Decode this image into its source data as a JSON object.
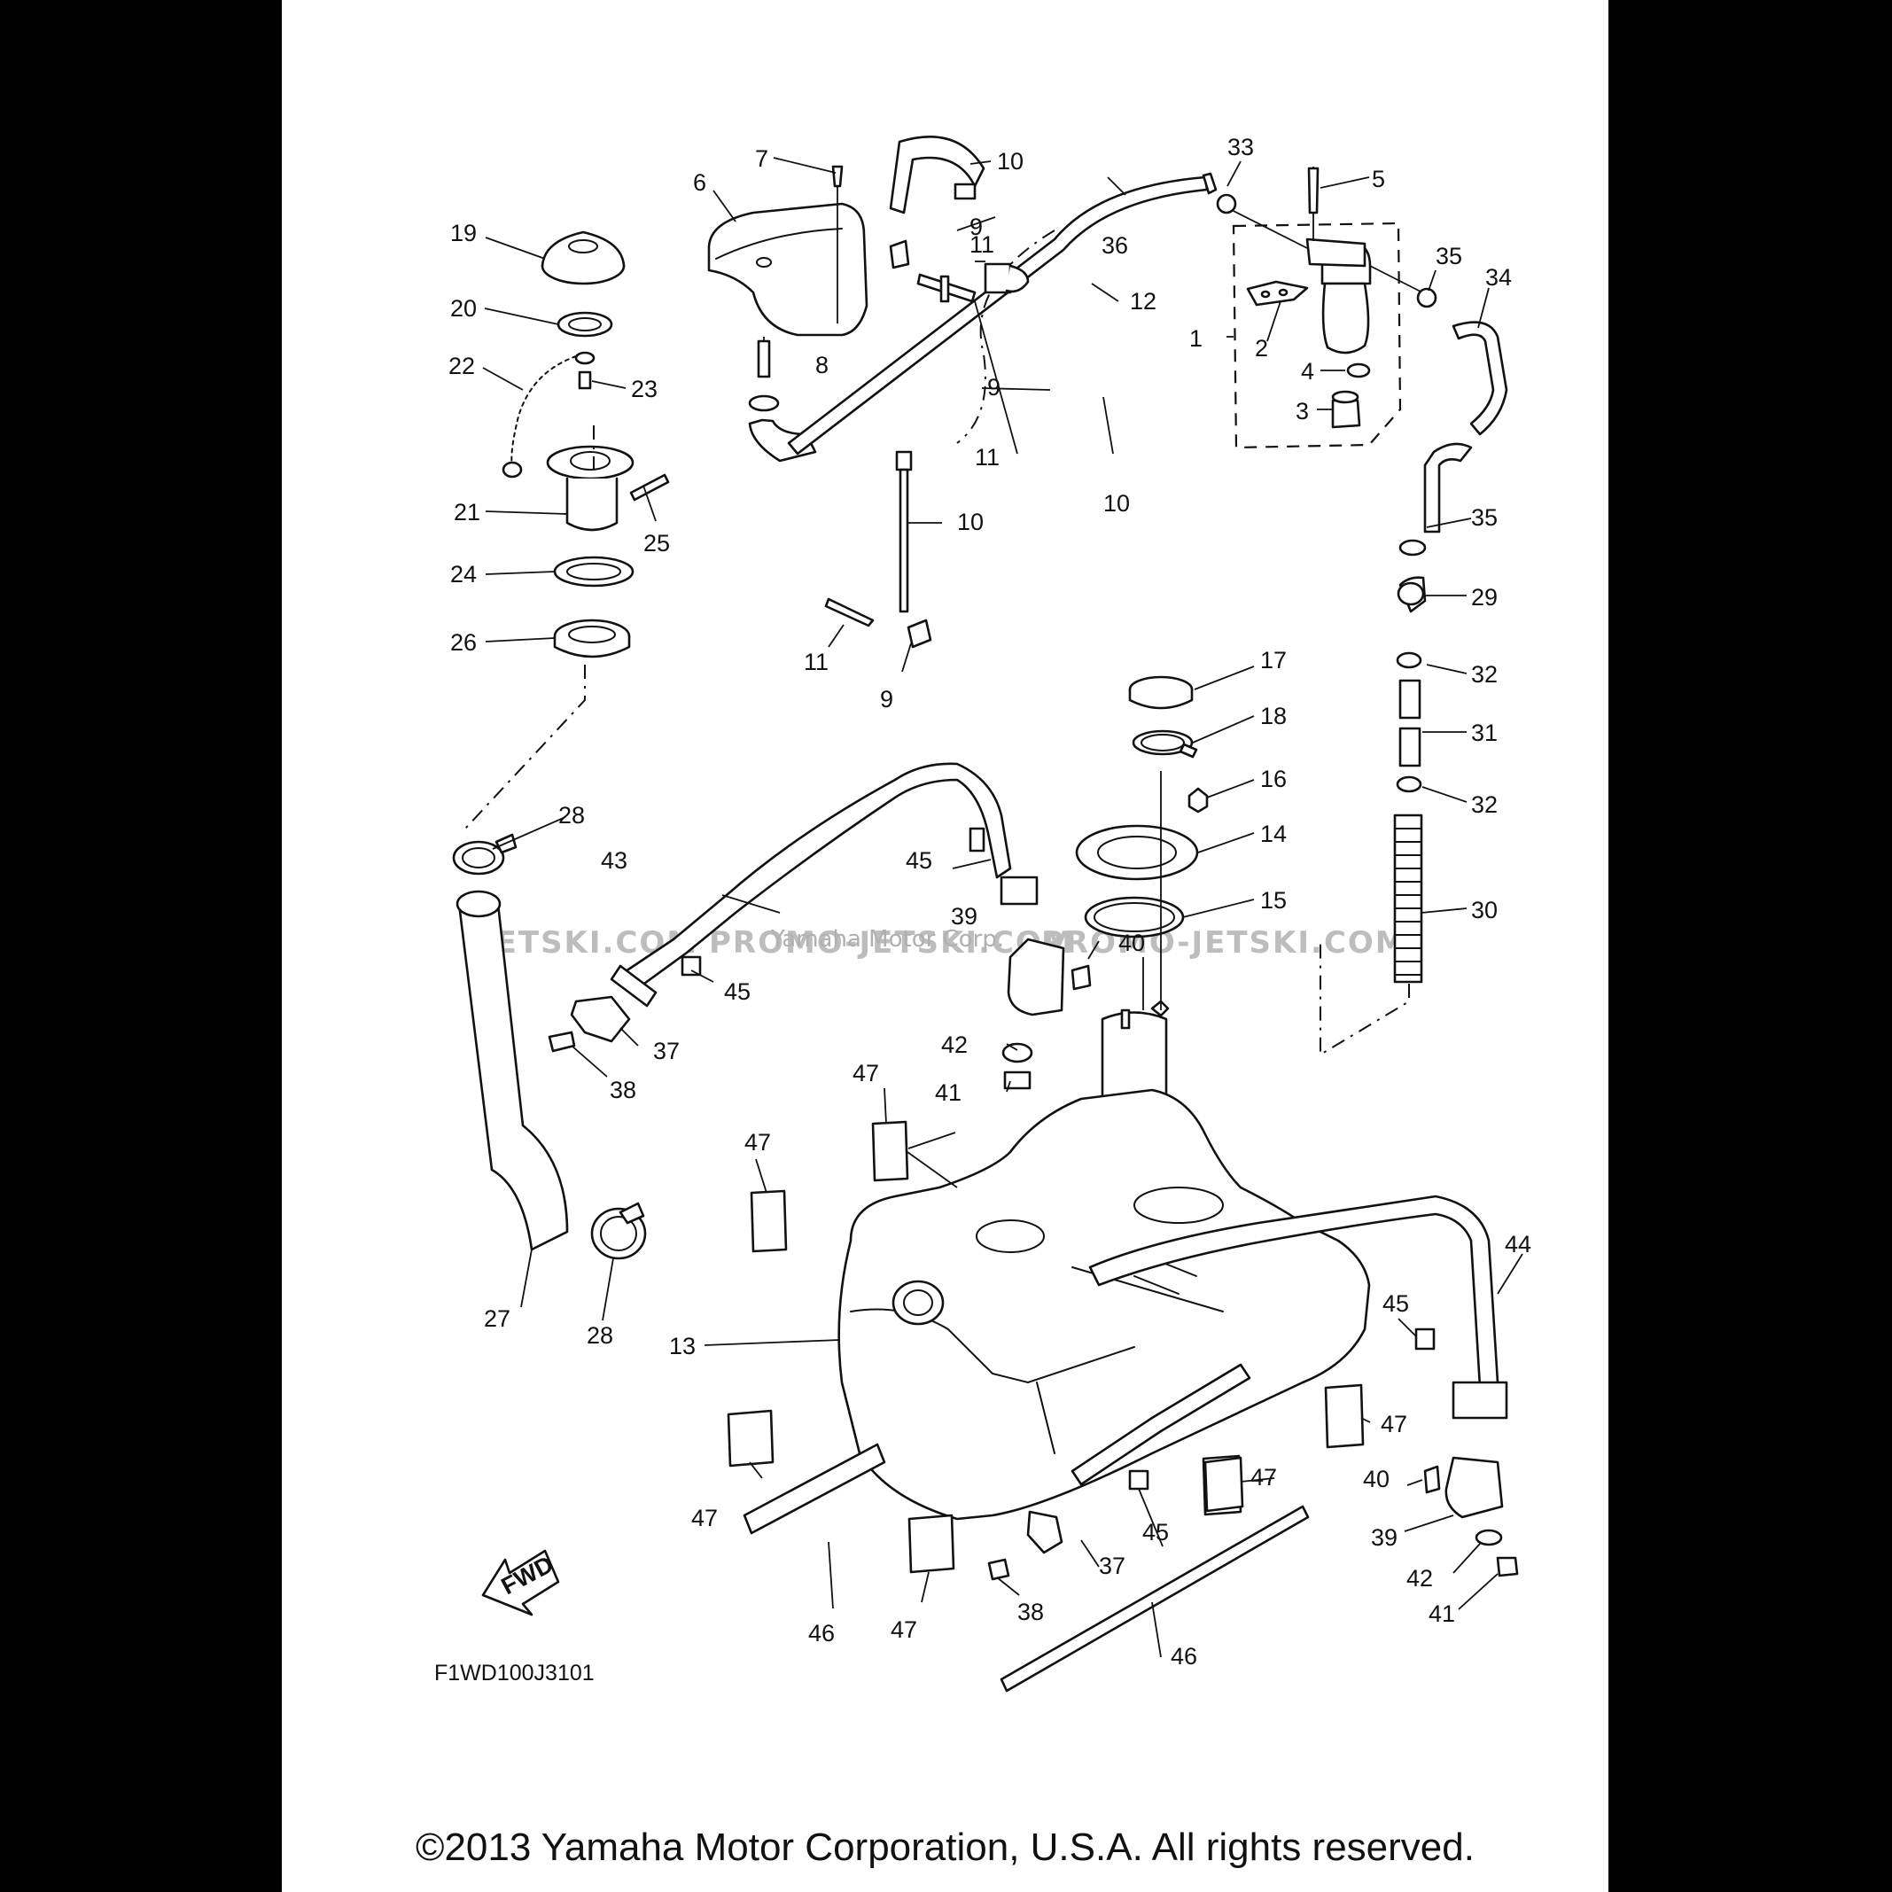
{
  "drawing_code": "F1WD100J3101",
  "copyright": "©2013 Yamaha Motor Corporation, U.S.A. All rights reserved.",
  "fwd_label": "FWD",
  "watermark": {
    "left": "JETSKI.COM",
    "mid": "PROMO-JETSKI.COM",
    "right": "PROMO-JETSKI.COM",
    "overlay": "Yamaha Motor Corp."
  },
  "callouts": [
    "1",
    "2",
    "3",
    "4",
    "5",
    "6",
    "7",
    "8",
    "9",
    "9",
    "9",
    "10",
    "10",
    "10",
    "10",
    "11",
    "11",
    "11",
    "12",
    "13",
    "14",
    "15",
    "16",
    "17",
    "18",
    "19",
    "20",
    "21",
    "22",
    "23",
    "24",
    "25",
    "26",
    "27",
    "28",
    "28",
    "29",
    "30",
    "31",
    "32",
    "32",
    "33",
    "34",
    "35",
    "35",
    "36",
    "37",
    "37",
    "38",
    "38",
    "39",
    "39",
    "40",
    "40",
    "41",
    "41",
    "42",
    "42",
    "43",
    "44",
    "45",
    "45",
    "45",
    "45",
    "46",
    "46",
    "47",
    "47",
    "47",
    "47",
    "47",
    "47",
    "47"
  ]
}
